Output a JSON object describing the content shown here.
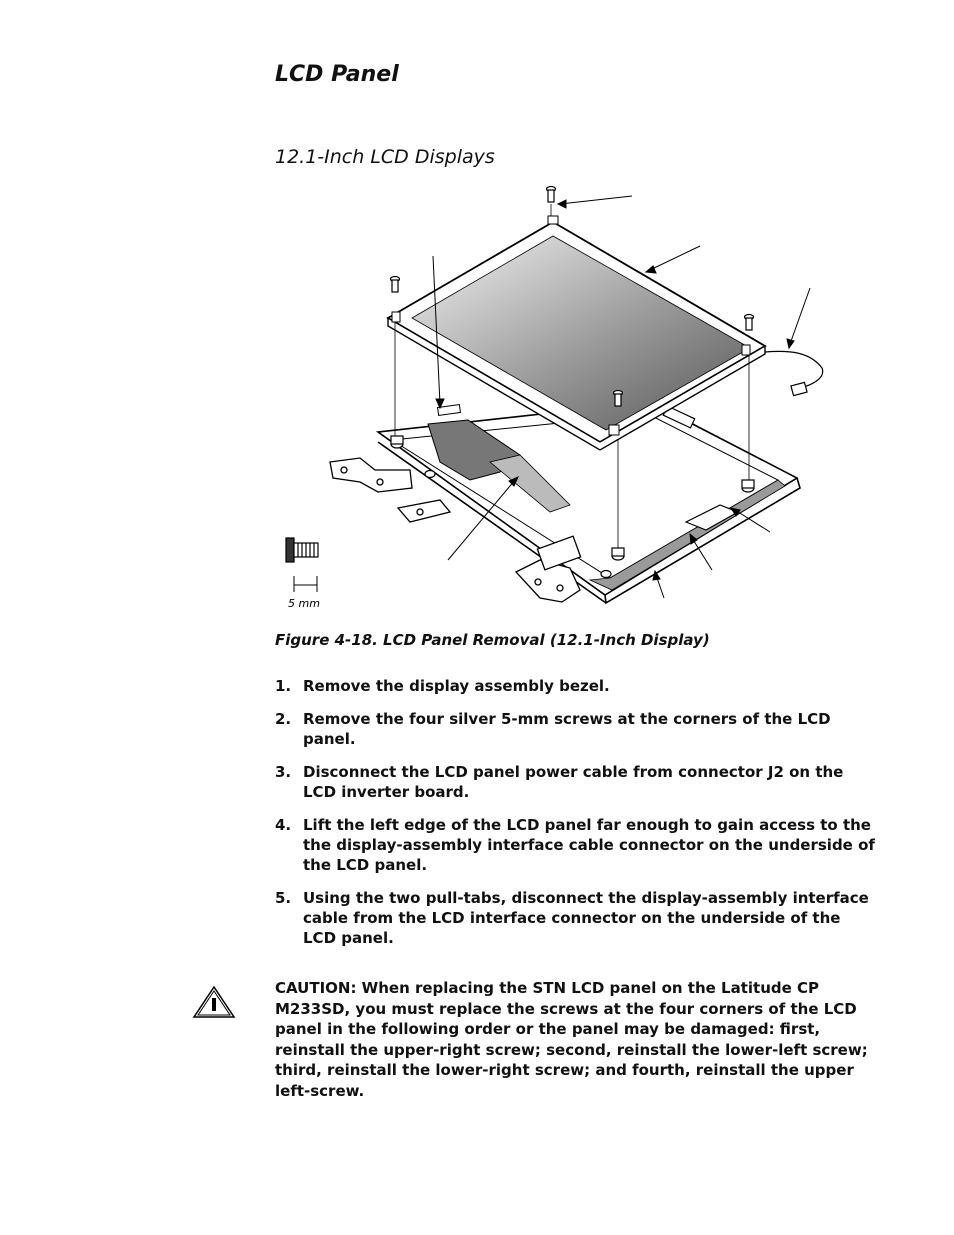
{
  "page": {
    "title": "LCD Panel",
    "subtitle": "12.1-Inch LCD Displays"
  },
  "figure": {
    "scale_label": "5 mm",
    "caption": "Figure 4-18.  LCD Panel Removal (12.1-Inch Display)"
  },
  "steps": [
    {
      "num": "1.",
      "text": "Remove the display assembly bezel."
    },
    {
      "num": "2.",
      "text": "Remove the four silver 5-mm screws at the corners of the LCD panel."
    },
    {
      "num": "3.",
      "text": "Disconnect the LCD panel power cable from connector J2 on the LCD inverter board."
    },
    {
      "num": "4.",
      "text": "Lift the left edge of the LCD panel far enough to gain access to the the display-assembly interface cable connector on the underside of the LCD panel."
    },
    {
      "num": "5.",
      "text": "Using the two pull-tabs, disconnect the display-assembly interface cable from the LCD interface connector on the underside of the LCD panel."
    }
  ],
  "caution": {
    "icon": "warning-triangle-icon",
    "text": "CAUTION: When replacing the STN LCD panel on the Latitude CP M233SD, you must replace the screws at the four corners of the LCD panel in the following order or the panel may be damaged: first, reinstall the upper-right screw; second, reinstall the lower-left screw; third, reinstall the lower-right screw; and fourth, reinstall the upper left-screw."
  }
}
